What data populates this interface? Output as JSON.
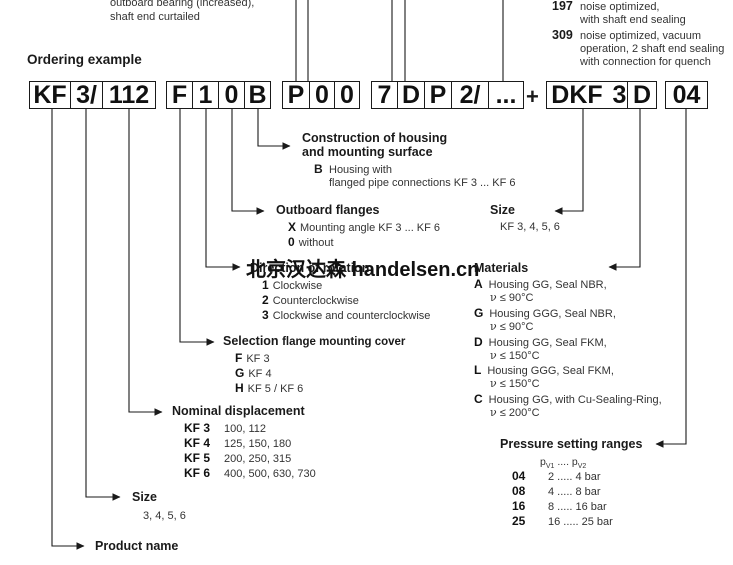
{
  "top_left": {
    "line1": "outboard bearing (increased),",
    "line2": "shaft end curtailed"
  },
  "top_right": [
    {
      "code": "197",
      "lines": [
        "noise optimized,",
        "with shaft end sealing"
      ]
    },
    {
      "code": "309",
      "lines": [
        "noise optimized, vacuum",
        "operation, 2 shaft end sealing",
        "with connection for quench"
      ]
    }
  ],
  "ordering_example": {
    "title": "Ordering example",
    "boxes": [
      "KF",
      "3/",
      "112",
      "F",
      "1",
      "0",
      "B",
      "P",
      "0",
      "0",
      "7",
      "D",
      "P",
      "2/",
      "...",
      "DKF",
      "3",
      "D",
      "04"
    ],
    "plus": "+"
  },
  "construction": {
    "title_line1": "Construction of housing",
    "title_line2": "and mounting surface",
    "code": "B",
    "text_line1": "Housing with",
    "text_line2": "flanged pipe connections KF 3 ... KF 6"
  },
  "outboard_flanges": {
    "title": "Outboard flanges",
    "items": [
      {
        "code": "X",
        "text": "Mounting angle KF 3 ... KF 6"
      },
      {
        "code": "0",
        "text": "without"
      }
    ]
  },
  "size_right": {
    "title": "Size",
    "values": "KF 3, 4, 5, 6"
  },
  "watermark": "北京汉达森 handelsen.cn",
  "direction_of_rotation": {
    "title": "Direction of rotation",
    "items": [
      {
        "code": "1",
        "text": "Clockwise"
      },
      {
        "code": "2",
        "text": "Counterclockwise"
      },
      {
        "code": "3",
        "text": "Clockwise and counterclockwise"
      }
    ]
  },
  "materials": {
    "title": "Materials",
    "items": [
      {
        "code": "A",
        "line1": "Housing GG, Seal NBR,",
        "nu": "ν",
        "limit": "≤ 90°C"
      },
      {
        "code": "G",
        "line1": "Housing GGG, Seal NBR,",
        "nu": "ν",
        "limit": "≤ 90°C"
      },
      {
        "code": "D",
        "line1": "Housing GG, Seal FKM,",
        "nu": "ν",
        "limit": "≤ 150°C"
      },
      {
        "code": "L",
        "line1": "Housing GGG, Seal FKM,",
        "nu": "ν",
        "limit": "≤ 150°C"
      },
      {
        "code": "C",
        "line1": "Housing GG, with Cu-Sealing-Ring,",
        "nu": "ν",
        "limit": "≤ 200°C"
      }
    ]
  },
  "selection_flange": {
    "title_bold": "Selection",
    "title_rest": "flange mounting cover",
    "items": [
      {
        "code": "F",
        "text": "KF 3"
      },
      {
        "code": "G",
        "text": "KF 4"
      },
      {
        "code": "H",
        "text": "KF 5 / KF 6"
      }
    ]
  },
  "nominal_displacement": {
    "title": "Nominal displacement",
    "items": [
      {
        "code": "KF 3",
        "text": "100, 112"
      },
      {
        "code": "KF 4",
        "text": "125, 150, 180"
      },
      {
        "code": "KF 5",
        "text": "200, 250, 315"
      },
      {
        "code": "KF 6",
        "text": "400, 500, 630, 730"
      }
    ]
  },
  "pressure_setting": {
    "title": "Pressure setting ranges",
    "header_p1": "p",
    "header_p1_sub": "V1",
    "header_dots": "....",
    "header_p2": "p",
    "header_p2_sub": "V2",
    "rows": [
      {
        "code": "04",
        "range": "2 ..... 4 bar"
      },
      {
        "code": "08",
        "range": "4 ..... 8 bar"
      },
      {
        "code": "16",
        "range": "8 ..... 16 bar"
      },
      {
        "code": "25",
        "range": "16 ..... 25 bar"
      }
    ]
  },
  "size_left": {
    "title": "Size",
    "values": "3, 4, 5, 6"
  },
  "product_name": {
    "title": "Product name"
  }
}
